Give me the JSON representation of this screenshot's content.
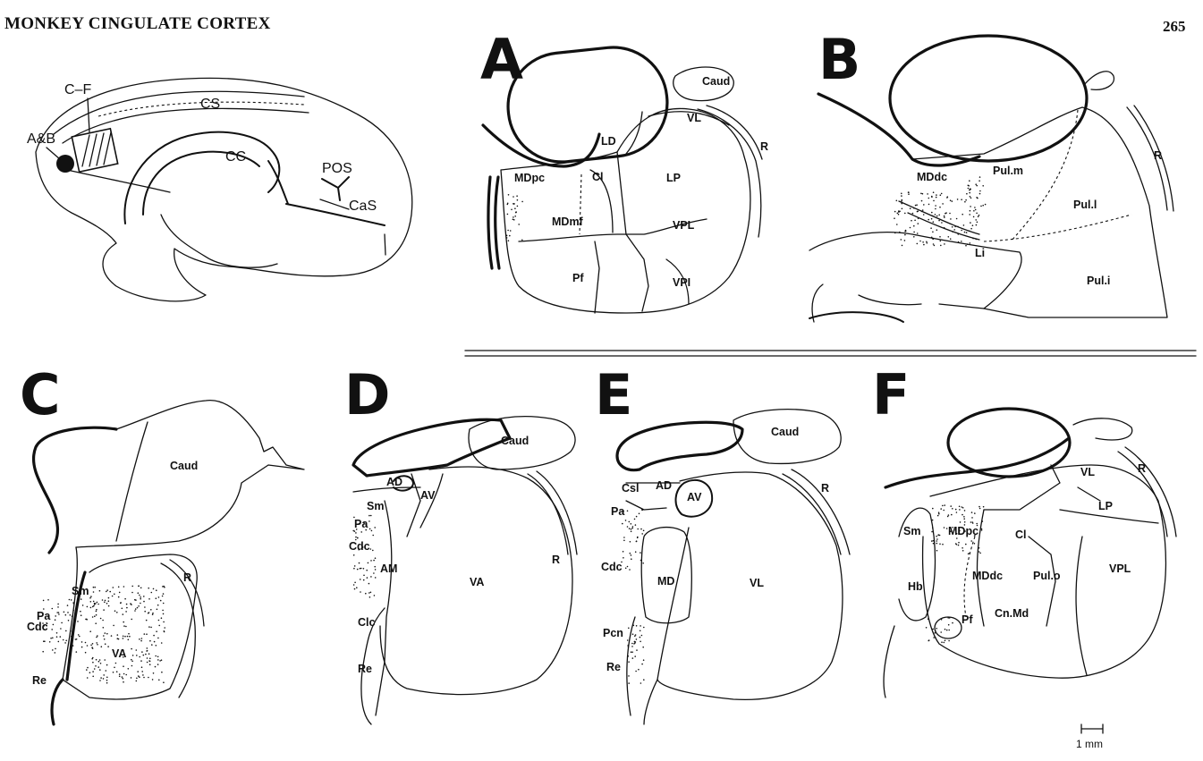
{
  "header": {
    "running_head": "MONKEY CINGULATE CORTEX",
    "page_number": "265"
  },
  "medial_view": {
    "labels": {
      "c_f": "C–F",
      "a_b": "A&B",
      "cs": "CS",
      "cc": "CC",
      "pos": "POS",
      "cas": "CaS"
    }
  },
  "panels": {
    "A": {
      "letter": "A",
      "labels": {
        "caud": "Caud",
        "vl": "VL",
        "r": "R",
        "ld": "LD",
        "cl": "Cl",
        "lp": "LP",
        "mdpc": "MDpc",
        "mdmf": "MDmf",
        "vpl": "VPL",
        "pf": "Pf",
        "vpi": "VPI"
      }
    },
    "B": {
      "letter": "B",
      "labels": {
        "mddc": "MDdc",
        "pul_m": "Pul.m",
        "r": "R",
        "pul_l": "Pul.l",
        "li": "Li",
        "pul_i": "Pul.i"
      }
    },
    "C": {
      "letter": "C",
      "labels": {
        "caud": "Caud",
        "sm": "Sm",
        "r": "R",
        "pa": "Pa",
        "cdc": "Cdc",
        "va": "VA",
        "re": "Re"
      }
    },
    "D": {
      "letter": "D",
      "labels": {
        "caud": "Caud",
        "ad": "AD",
        "av": "AV",
        "sm": "Sm",
        "pa": "Pa",
        "cdc": "Cdc",
        "am": "AM",
        "va": "VA",
        "r": "R",
        "clc": "Clc",
        "re": "Re"
      }
    },
    "E": {
      "letter": "E",
      "labels": {
        "caud": "Caud",
        "csl": "Csl",
        "ad": "AD",
        "av": "AV",
        "pa": "Pa",
        "cdc": "Cdc",
        "md": "MD",
        "vl": "VL",
        "r": "R",
        "pcn": "Pcn",
        "re": "Re"
      }
    },
    "F": {
      "letter": "F",
      "labels": {
        "vl": "VL",
        "r": "R",
        "lp": "LP",
        "sm": "Sm",
        "mdpc": "MDpc",
        "cl": "Cl",
        "mddc": "MDdc",
        "hb": "Hb",
        "pul_o": "Pul.o",
        "vpl": "VPL",
        "pf": "Pf",
        "cn_md": "Cn.Md"
      }
    }
  },
  "scale_bar": {
    "label": "1 mm"
  }
}
